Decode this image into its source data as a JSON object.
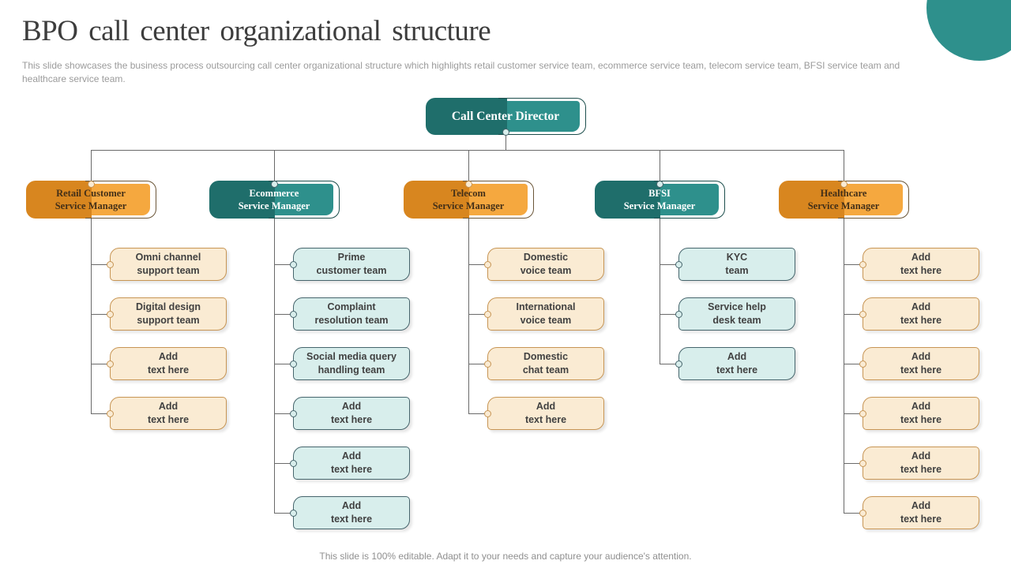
{
  "slide": {
    "title": "BPO call center organizational structure",
    "description": "This slide showcases the business process outsourcing call center organizational structure which highlights retail customer service team, ecommerce service team, telecom service team, BFSI service team and healthcare service team.",
    "footer": "This slide is 100% editable. Adapt it to your needs and capture your audience's attention."
  },
  "colors": {
    "teal": "#2E908C",
    "teal_fold": "#1F6E6B",
    "teal_outline": "#1C4E4C",
    "teal_light_fill": "#D8EEEC",
    "teal_light_border": "#46656C",
    "orange": "#F5A83F",
    "orange_fold": "#D8861F",
    "orange_outline": "#6B5638",
    "cream_fill": "#FAEBD3",
    "cream_border": "#C79554",
    "text_on_orange": "#443018",
    "text_on_teal": "#FFFFFF",
    "connector_line": "#6A6A6A",
    "title_text": "#3D3D3D",
    "muted_text": "#9B9B9B"
  },
  "org": {
    "root": {
      "label": "Call Center Director",
      "palette": "teal"
    },
    "columns": [
      {
        "manager": "Retail Customer\nService Manager",
        "palette": "orange",
        "children": [
          "Omni channel\nsupport team",
          "Digital design\nsupport team",
          "Add\ntext here",
          "Add\ntext here"
        ]
      },
      {
        "manager": "Ecommerce\nService Manager",
        "palette": "teal",
        "children": [
          "Prime\ncustomer team",
          "Complaint\nresolution team",
          "Social media query\nhandling team",
          "Add\ntext here",
          "Add\ntext here",
          "Add\ntext here"
        ]
      },
      {
        "manager": "Telecom\nService Manager",
        "palette": "orange",
        "children": [
          "Domestic\nvoice team",
          "International\nvoice team",
          "Domestic\nchat team",
          "Add\ntext here"
        ]
      },
      {
        "manager": "BFSI\nService Manager",
        "palette": "teal",
        "children": [
          "KYC\nteam",
          "Service help\ndesk team",
          "Add\ntext here"
        ]
      },
      {
        "manager": "Healthcare\nService Manager",
        "palette": "orange",
        "children": [
          "Add\ntext here",
          "Add\ntext here",
          "Add\ntext here",
          "Add\ntext here",
          "Add\ntext here",
          "Add\ntext here"
        ]
      }
    ]
  }
}
